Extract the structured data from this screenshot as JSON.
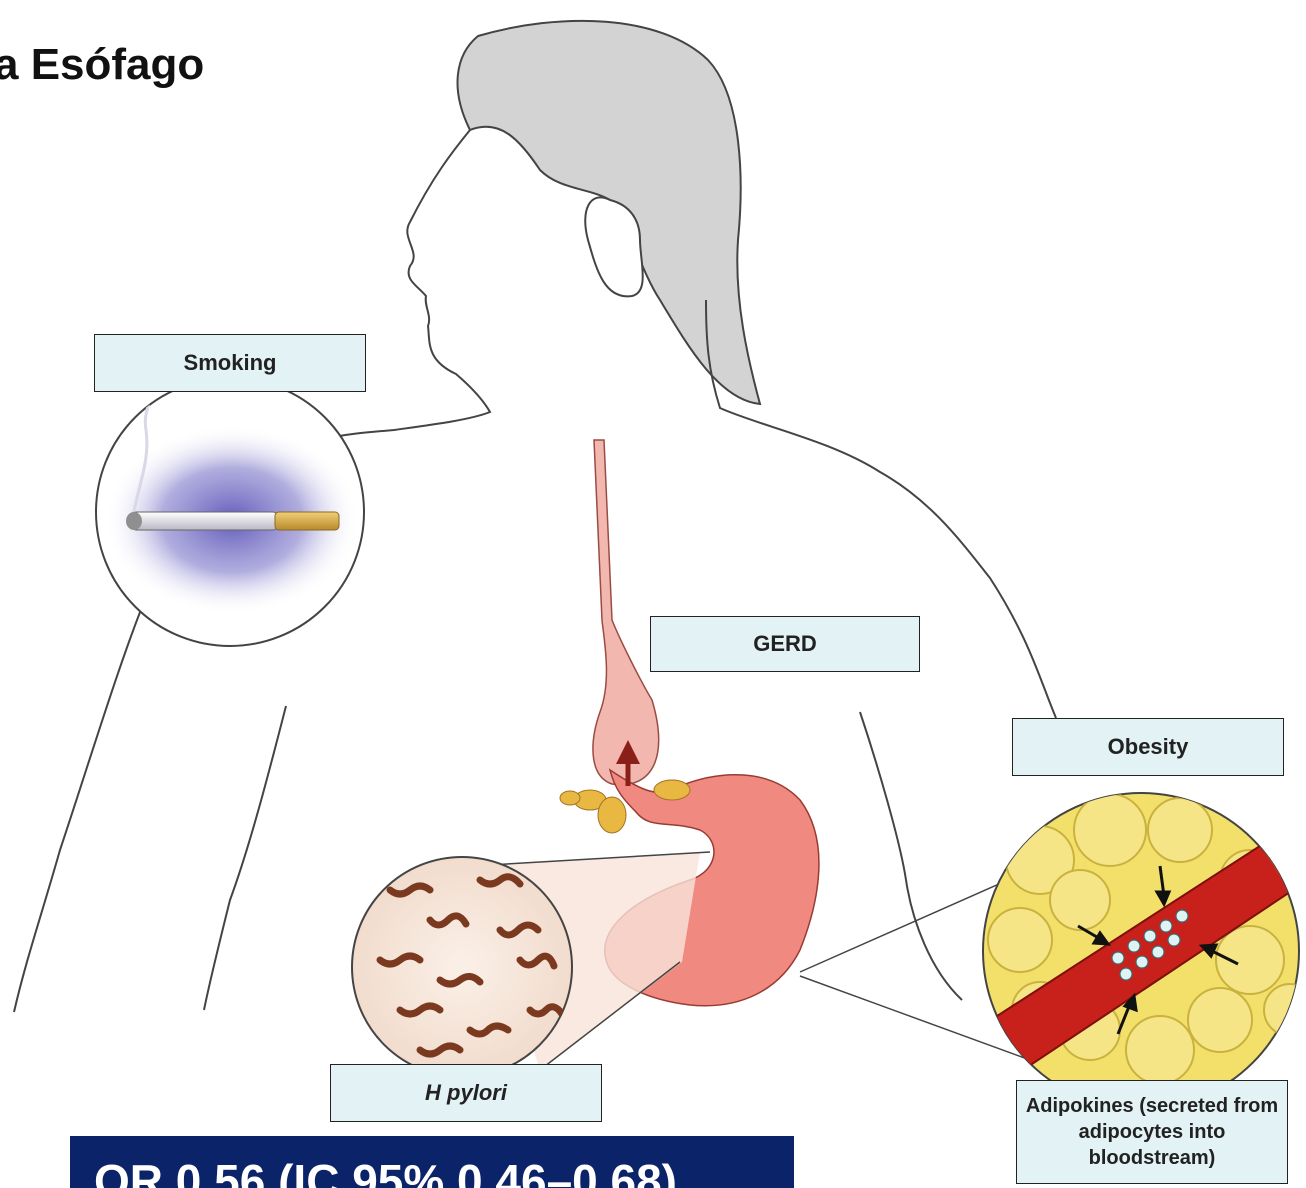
{
  "title": "a Esófago",
  "labels": {
    "smoking": "Smoking",
    "gerd": "GERD",
    "obesity": "Obesity",
    "hpylori": "H pylori",
    "adipokines": "Adipokines (secreted from adipocytes into bloodstream)"
  },
  "banner": "OR 0.56 (IC 95% 0.46–0.68)",
  "colors": {
    "hair": "#d3d3d3",
    "outline": "#444444",
    "label_bg": "#e3f2f4",
    "stomach": "#f08a80",
    "esophagus": "#f2b8b0",
    "fat": "#f3e06a",
    "vessel": "#c8201a",
    "smoke_glow": "#7c77c4",
    "banner_bg": "#0b2369"
  },
  "icons": [
    "cigarette-icon",
    "bacteria-icon",
    "fat-cells-icon",
    "reflux-arrow-icon"
  ]
}
